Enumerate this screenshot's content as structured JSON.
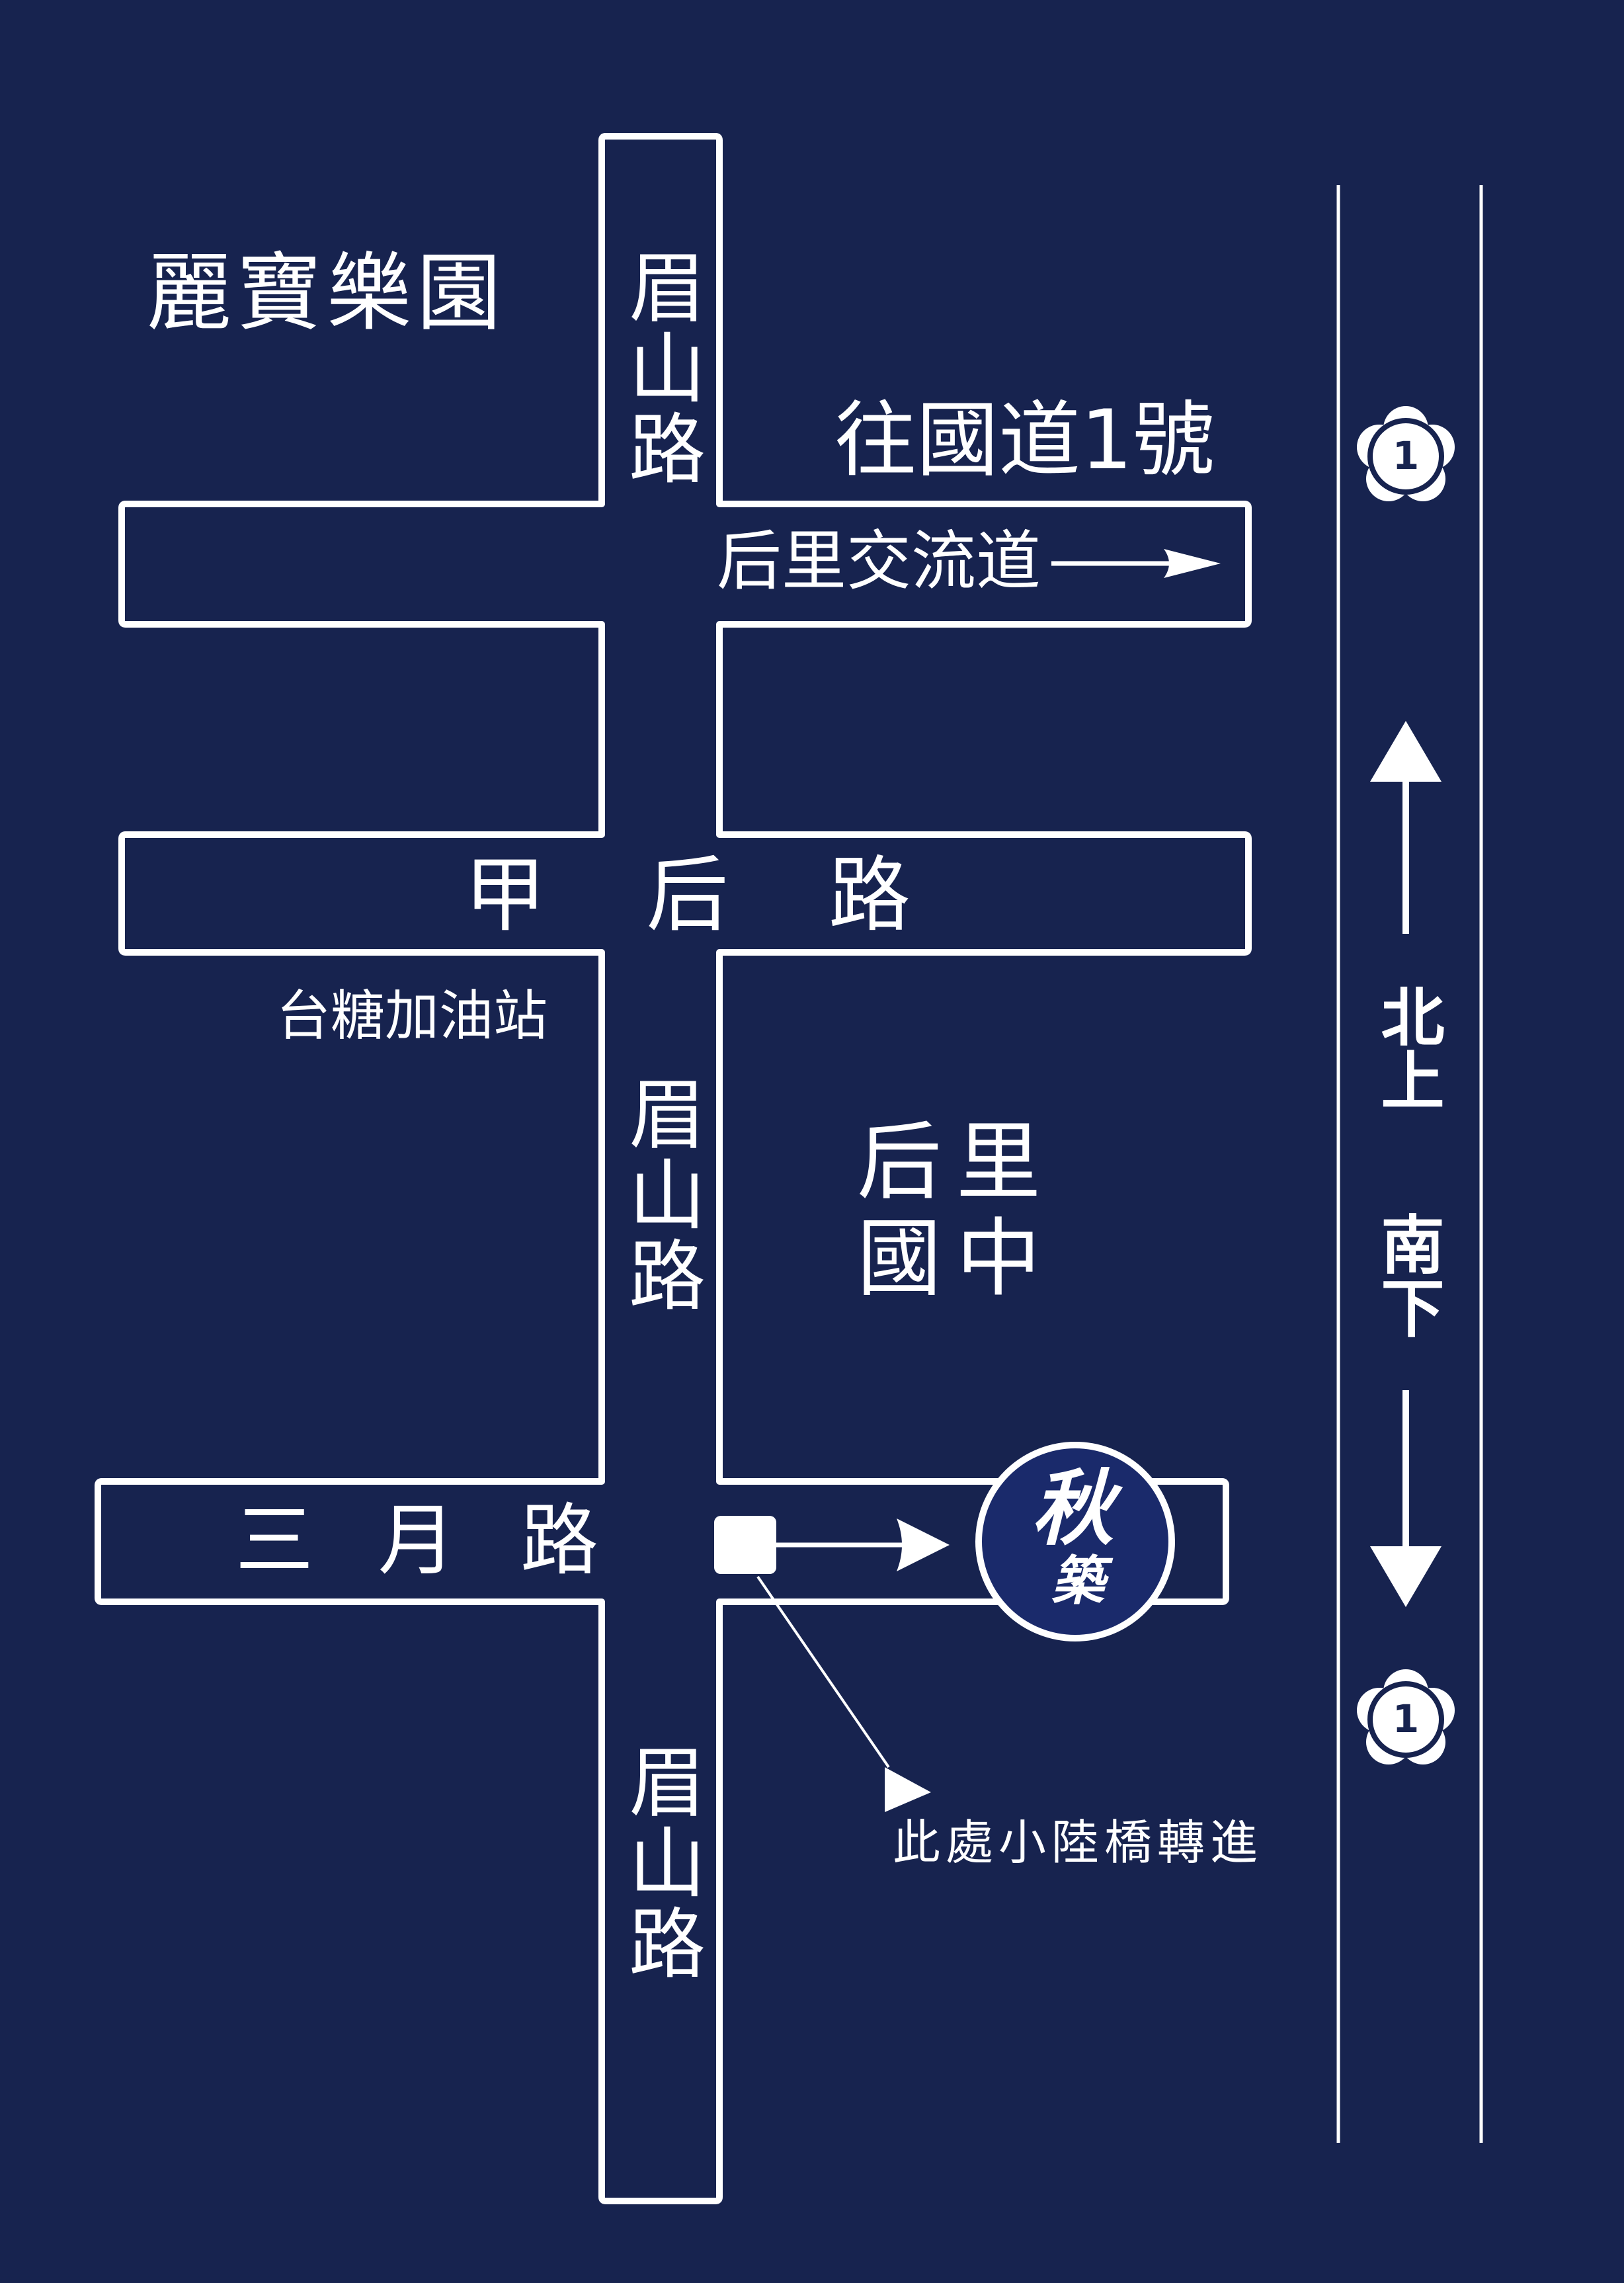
{
  "map": {
    "landmarks": {
      "lihpao": "麗寶樂園",
      "gas_station": "台糖加油站",
      "school_line1": "后里",
      "school_line2": "國中"
    },
    "roads": {
      "meishan_north": "眉山路",
      "meishan_middle": "眉山路",
      "meishan_south": "眉山路",
      "jiahou": "甲 后 路",
      "sanyue": "三 月 路",
      "houli_interchange": "后里交流道"
    },
    "highway": {
      "to_highway": "往國道1號",
      "route_number": "1",
      "northbound": "北上",
      "southbound": "南下"
    },
    "turn_note": "此處小陸橋轉進",
    "destination": {
      "logo_char_1": "秋",
      "logo_char_2": "築"
    },
    "colors": {
      "background": "#17234f",
      "line": "#ffffff",
      "logo_fill": "#1a2a6b"
    }
  }
}
